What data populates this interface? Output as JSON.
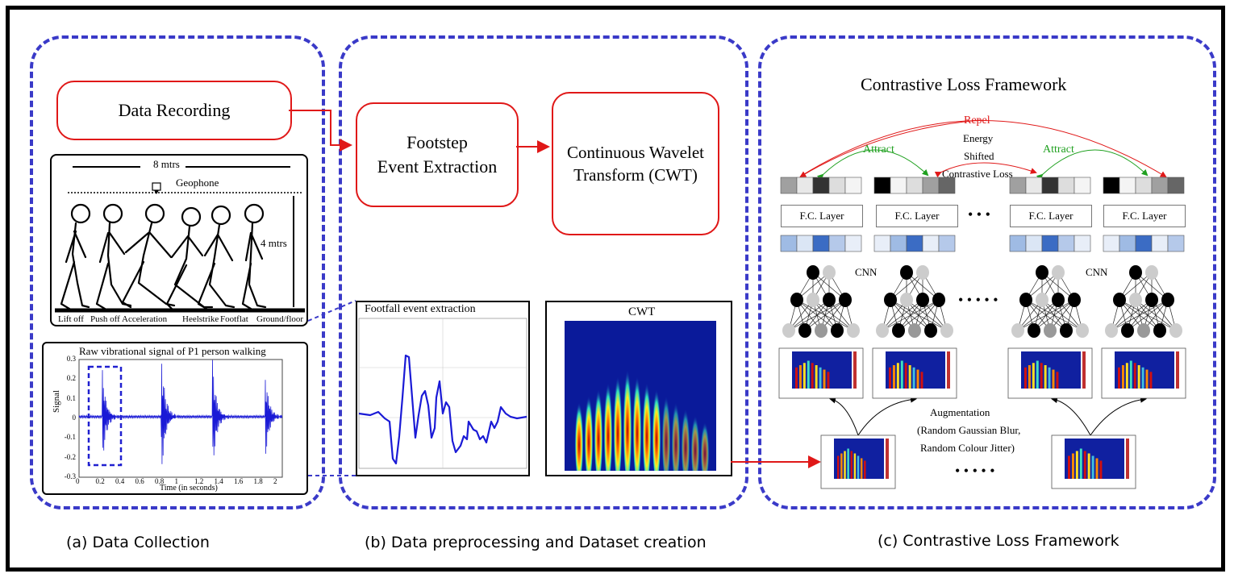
{
  "panels": {
    "a": {
      "caption": "(a) Data Collection",
      "data_recording": "Data Recording",
      "scene": {
        "width_label": "8 mtrs",
        "sensor_label": "Geophone",
        "height_label": "4 mtrs",
        "phases": [
          "Lift off",
          "Push off",
          "Acceleration",
          "Heelstrike",
          "Footflat",
          "Ground/floor"
        ]
      },
      "signal_plot": {
        "title": "Raw vibrational signal of P1 person walking",
        "ylabel": "Signal",
        "xlabel": "Time (in seconds)",
        "xticks": [
          "0",
          "0.2",
          "0.4",
          "0.6",
          "0.8",
          "1",
          "1.2",
          "1.4",
          "1.6",
          "1.8",
          "2"
        ],
        "yticks": [
          "0.3",
          "0.2",
          "0.1",
          "0",
          "-0.1",
          "-0.2",
          "-0.3"
        ]
      }
    },
    "b": {
      "caption": "(b) Data preprocessing and Dataset creation",
      "footstep_box": "Footstep Event Extraction",
      "footstep_lines": [
        "Footstep",
        "Event Extraction"
      ],
      "cwt_box_lines": [
        "Continuous Wavelet",
        "Transform (CWT)"
      ],
      "footfall_title": "Footfall event extraction",
      "cwt_title": "CWT"
    },
    "c": {
      "caption": "(c) Contrastive Loss  Framework",
      "title": "Contrastive Loss Framework",
      "repel": "Repel",
      "attract_left": "Attract",
      "attract_right": "Attract",
      "loss_lines": [
        "Energy",
        "Shifted",
        "Contrastive Loss"
      ],
      "fc_labels": [
        "F.C. Layer",
        "F.C. Layer",
        "F.C. Layer",
        "F.C. Layer"
      ],
      "cnn_left": "CNN",
      "cnn_right": "CNN",
      "dots_fc": "• • •",
      "dots_cnn": "• • • • •",
      "dots_bottom": "• • • • •",
      "augmentation_lines": [
        "Augmentation",
        "(Random Gaussian Blur,",
        "Random Colour Jitter)"
      ]
    }
  },
  "colors": {
    "panel_border": "#3a3ac8",
    "red": "#e01818",
    "green": "#1fa01f",
    "signal": "#1a1ad6",
    "vector_blue": [
      "#dbe6f5",
      "#9fbbe4",
      "#3b6cc4",
      "#e8eef8",
      "#b5c9ea"
    ]
  }
}
